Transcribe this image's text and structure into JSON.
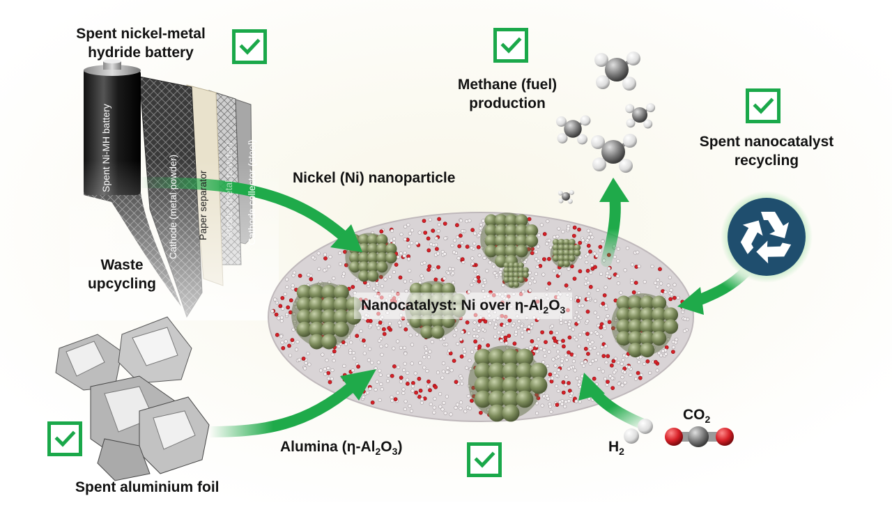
{
  "labels": {
    "battery": [
      "Spent nickel-metal",
      "hydride battery"
    ],
    "waste": [
      "Waste",
      "upcycling"
    ],
    "foil": "Spent aluminium foil",
    "nickel": "Nickel (Ni) nanoparticle",
    "methane": [
      "Methane (fuel)",
      "production"
    ],
    "recycling": [
      "Spent nanocatalyst",
      "recycling"
    ],
    "alumina_prefix": "Alumina (η-Al",
    "alumina_sub1": "2",
    "alumina_mid": "O",
    "alumina_sub2": "3",
    "alumina_suffix": ")",
    "nano_prefix": "Nanocatalyst: Ni over η-Al",
    "nano_sub1": "2",
    "nano_mid": "O",
    "nano_sub2": "3",
    "co2_main": "CO",
    "co2_sub": "2",
    "h2_main": "H",
    "h2_sub": "2"
  },
  "battery_layers": {
    "battery": "Spent Ni-MH battery",
    "cathode_powder": "Cathode (metal powder)",
    "separator": "Paper separator",
    "anode_powder": "Anode (metal powder)",
    "collector": "Cathode collector (steel)"
  },
  "colors": {
    "check": "#1aa84a",
    "arrow": "#1faa4a",
    "nickel": "#7d8c5c",
    "oxygen": "#d61f26",
    "aluminium": "#d9d4d6",
    "recycle_bg": "#1f4e6e"
  },
  "icons": [
    "check-icon",
    "recycle-icon"
  ]
}
